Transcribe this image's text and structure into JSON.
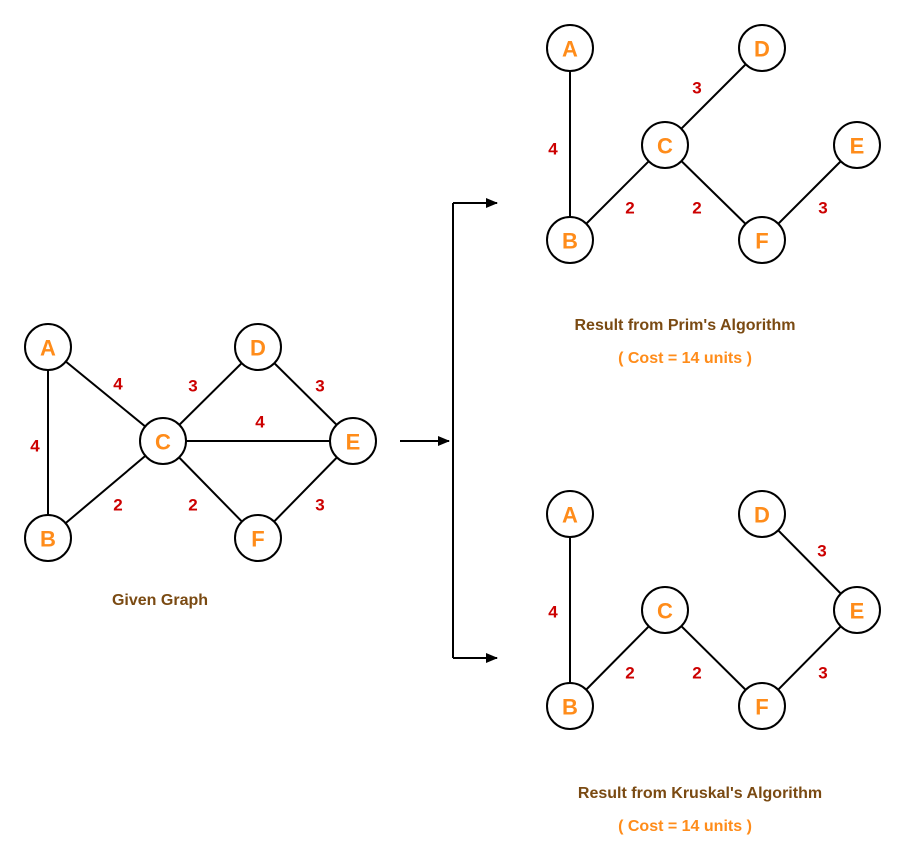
{
  "colors": {
    "node_label": "#ff8c1a",
    "weight_label": "#cc0000",
    "caption_title": "#7a4a12",
    "caption_cost": "#ff8c1a",
    "edge": "#000000"
  },
  "graphs": {
    "given": {
      "caption": "Given Graph",
      "nodes": [
        "A",
        "B",
        "C",
        "D",
        "E",
        "F"
      ],
      "edges": [
        {
          "from": "A",
          "to": "B",
          "weight": "4"
        },
        {
          "from": "A",
          "to": "C",
          "weight": "4"
        },
        {
          "from": "B",
          "to": "C",
          "weight": "2"
        },
        {
          "from": "C",
          "to": "D",
          "weight": "3"
        },
        {
          "from": "C",
          "to": "E",
          "weight": "4"
        },
        {
          "from": "C",
          "to": "F",
          "weight": "2"
        },
        {
          "from": "D",
          "to": "E",
          "weight": "3"
        },
        {
          "from": "F",
          "to": "E",
          "weight": "3"
        }
      ]
    },
    "prim": {
      "caption": "Result from Prim's Algorithm",
      "cost": "( Cost = 14 units )",
      "nodes": [
        "A",
        "B",
        "C",
        "D",
        "E",
        "F"
      ],
      "edges": [
        {
          "from": "A",
          "to": "B",
          "weight": "4"
        },
        {
          "from": "C",
          "to": "D",
          "weight": "3"
        },
        {
          "from": "B",
          "to": "C",
          "weight": "2"
        },
        {
          "from": "C",
          "to": "F",
          "weight": "2"
        },
        {
          "from": "F",
          "to": "E",
          "weight": "3"
        }
      ]
    },
    "kruskal": {
      "caption": "Result from Kruskal's Algorithm",
      "cost": "( Cost = 14 units )",
      "nodes": [
        "A",
        "B",
        "C",
        "D",
        "E",
        "F"
      ],
      "edges": [
        {
          "from": "A",
          "to": "B",
          "weight": "4"
        },
        {
          "from": "D",
          "to": "E",
          "weight": "3"
        },
        {
          "from": "B",
          "to": "C",
          "weight": "2"
        },
        {
          "from": "C",
          "to": "F",
          "weight": "2"
        },
        {
          "from": "F",
          "to": "E",
          "weight": "3"
        }
      ]
    }
  }
}
